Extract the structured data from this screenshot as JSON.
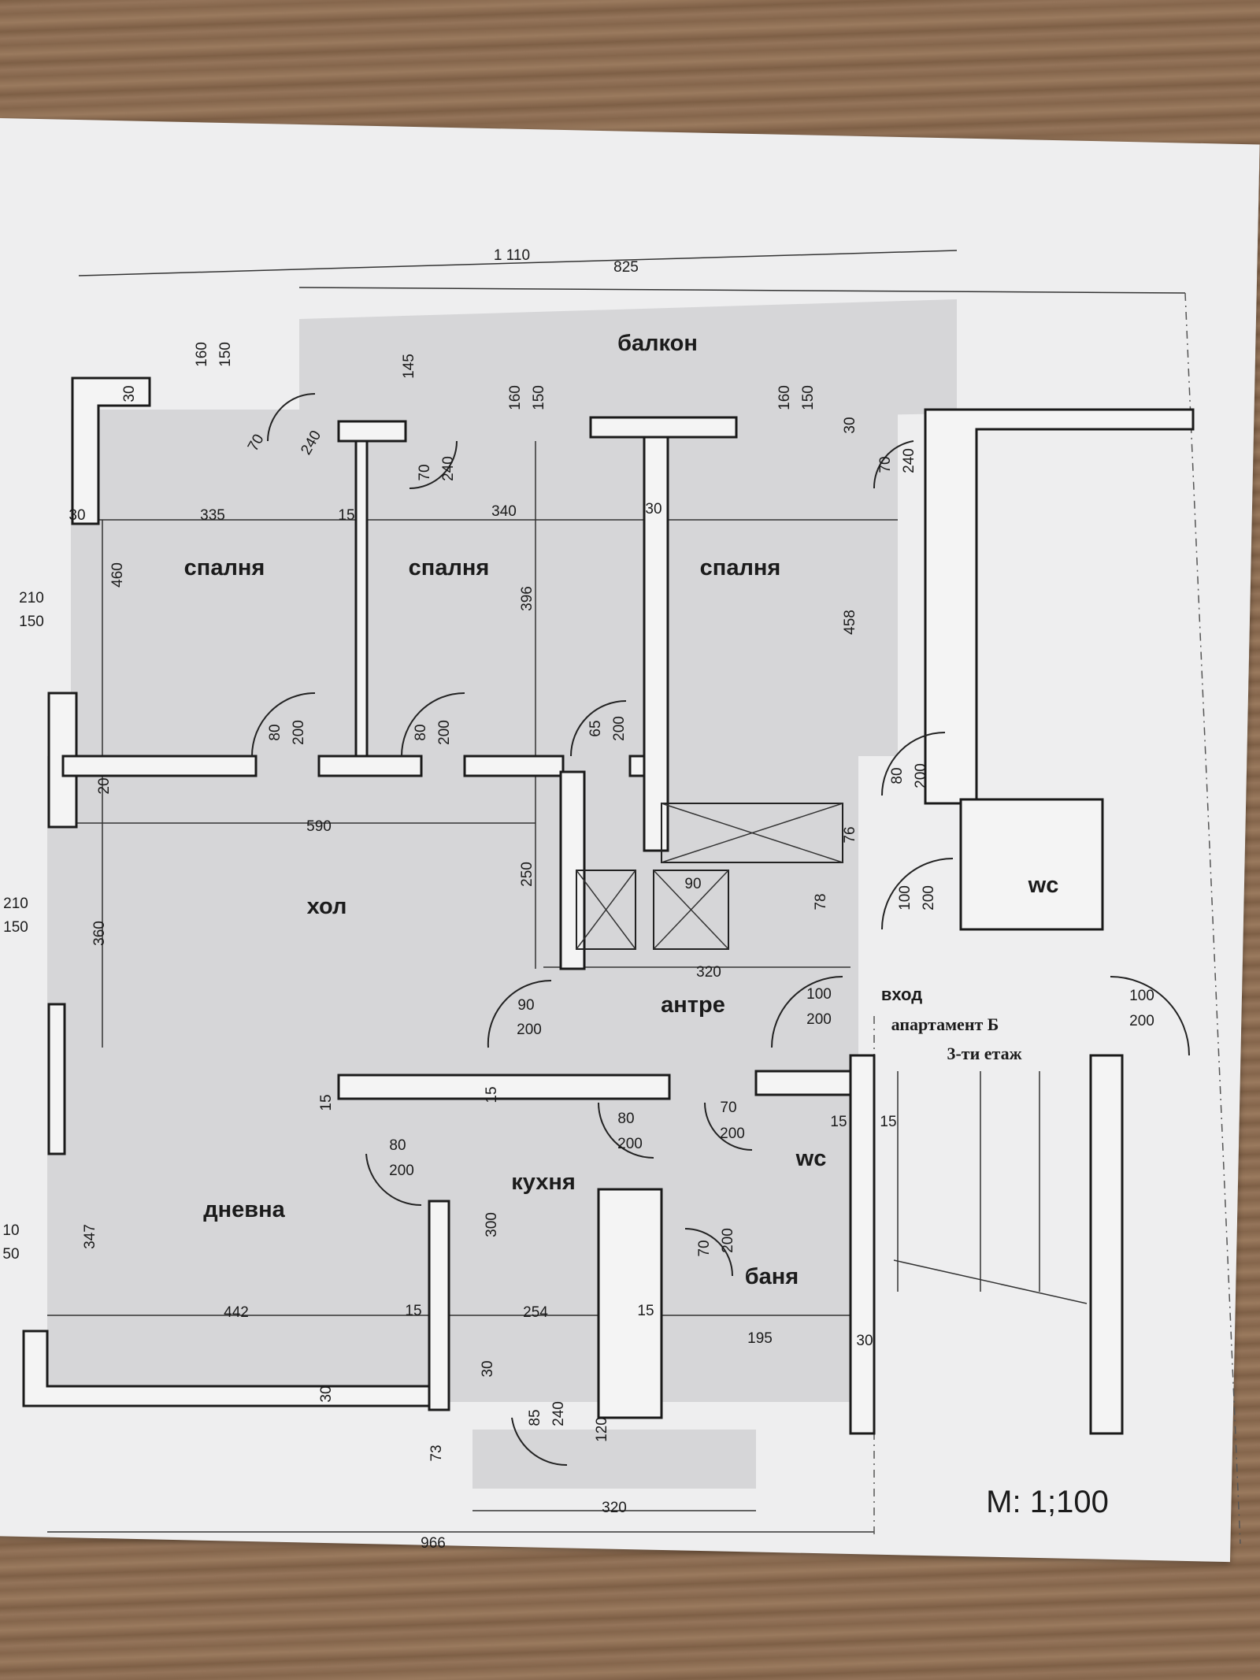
{
  "rooms": {
    "bedroom1": "спалня",
    "bedroom2": "спалня",
    "bedroom3": "спалня",
    "balcony": "балкон",
    "hall": "хол",
    "antre": "антре",
    "wc1": "wc",
    "wc2": "wc",
    "kitchen": "кухня",
    "living": "дневна",
    "bath": "баня"
  },
  "entrance": {
    "label": "вход",
    "apartment": "апартамент Б",
    "floor": "3-ти етаж"
  },
  "scale": "M: 1;100",
  "dims": {
    "d1110": "1 110",
    "d825": "825",
    "d966": "966",
    "d320b": "320",
    "d335": "335",
    "d340": "340",
    "d590": "590",
    "d320": "320",
    "d442": "442",
    "d254": "254",
    "d195": "195",
    "d15a": "15",
    "d15b": "15",
    "d15c": "15",
    "d15d": "15",
    "d15e": "15",
    "d15f": "15",
    "d15g": "15",
    "d30a": "30",
    "d30b": "30",
    "d30c": "30",
    "d30d": "30",
    "d30e": "30",
    "d30f": "30",
    "d460": "460",
    "d396": "396",
    "d458": "458",
    "d250": "250",
    "d360": "360",
    "d300": "300",
    "d347": "347",
    "d145": "145",
    "d20": "20",
    "d76": "76",
    "d78": "78",
    "d73": "73",
    "d120": "120",
    "d90v": "90",
    "w160a": "160",
    "w150a": "150",
    "w160b": "160",
    "w150b": "150",
    "w160c": "160",
    "w150c": "150",
    "w210a": "210",
    "w150d": "150",
    "w210b": "210",
    "w150e": "150",
    "w10": "10",
    "w50": "50",
    "dr70a": "70",
    "dr240a": "240",
    "dr70b": "70",
    "dr240b": "240",
    "dr30": "30",
    "dr70c": "70",
    "dr240c": "240",
    "dr80a": "80",
    "dr200a": "200",
    "dr80b": "80",
    "dr200b": "200",
    "dr65": "65",
    "dr200c": "200",
    "dr80c": "80",
    "dr200d": "200",
    "dr100a": "100",
    "dr200e": "200",
    "dr90": "90",
    "dr200f": "200",
    "dr100b": "100",
    "dr200g": "200",
    "dr100c": "100",
    "dr200h": "200",
    "dr80d": "80",
    "dr200i": "200",
    "dr80e": "80",
    "dr200j": "200",
    "dr70d": "70",
    "dr200k": "200",
    "dr70e": "70",
    "dr200l": "200",
    "dr85": "85",
    "dr240d": "240"
  }
}
